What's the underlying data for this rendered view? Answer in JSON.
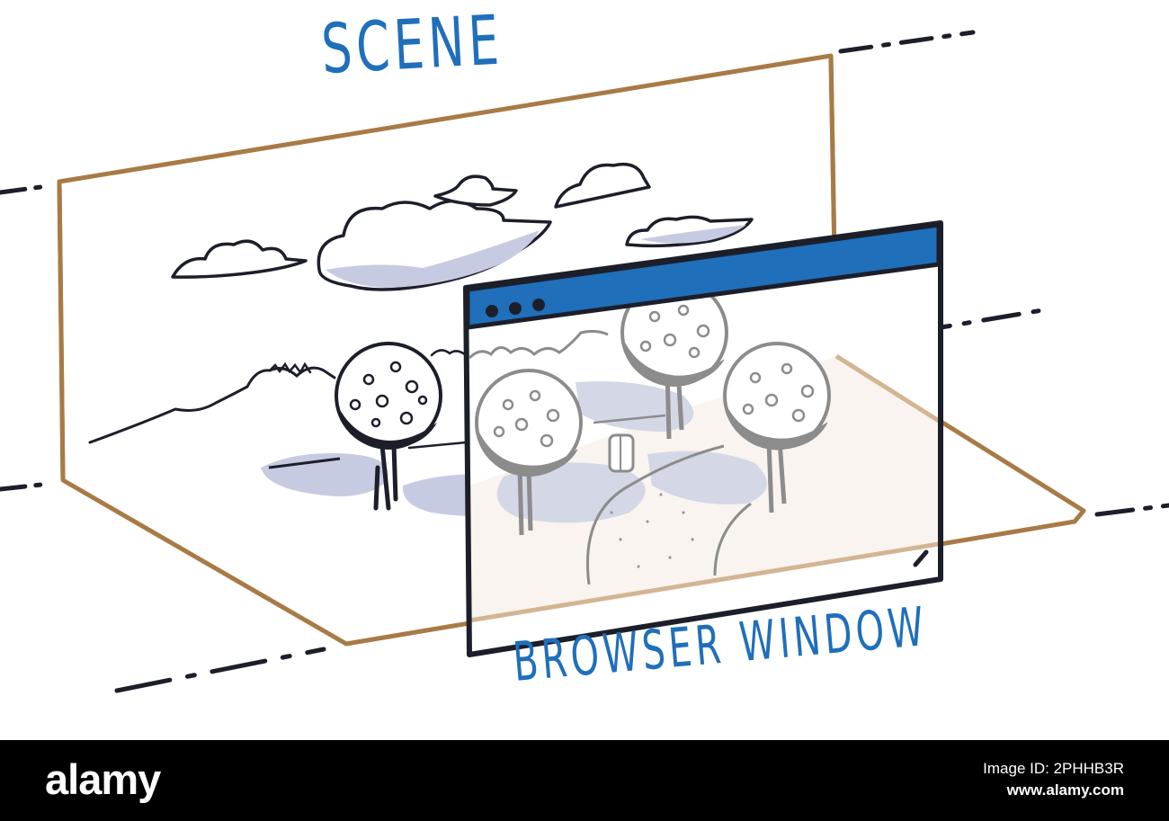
{
  "labels": {
    "scene": "SCENE",
    "browser_window": "BROWSER WINDOW"
  },
  "footer": {
    "brand": "alamy",
    "image_id": "Image ID: 2PHHB3R",
    "url": "www.alamy.com"
  },
  "colors": {
    "label_blue": "#1f6fbb",
    "titlebar_blue": "#1f6fbb",
    "scene_frame": "#a87a45",
    "ink": "#1c1f2a",
    "shadow": "#b7bcd8",
    "footer_bg": "#000000",
    "footer_text": "#ffffff"
  },
  "icons": {
    "window_controls": "three-dots-icon",
    "tree": "tree-icon",
    "cloud": "cloud-icon",
    "mailbox": "mailbox-icon"
  }
}
